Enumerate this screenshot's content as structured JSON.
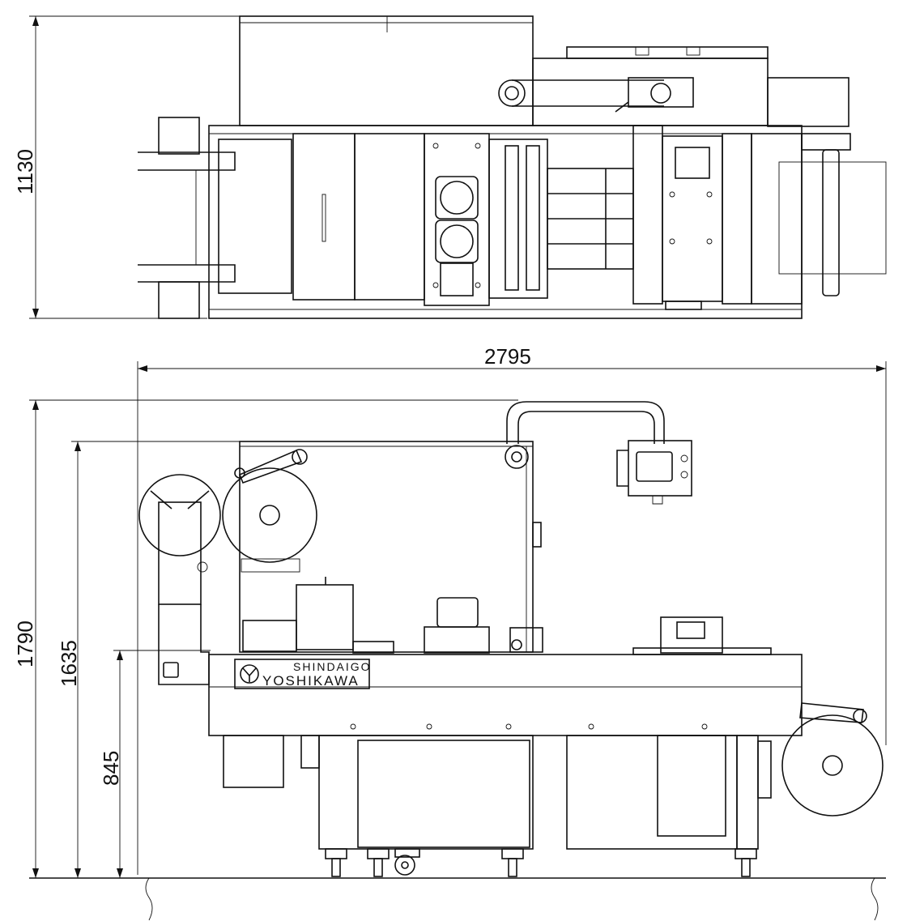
{
  "dimensions": {
    "top_view_depth": "1130",
    "overall_width": "2795",
    "overall_height": "1790",
    "frame_height": "1635",
    "table_height": "845"
  },
  "brand": {
    "line1": "SHINDAIGO",
    "line2": "YOSHIKAWA"
  },
  "colors": {
    "line": "#111111",
    "background": "#ffffff"
  }
}
